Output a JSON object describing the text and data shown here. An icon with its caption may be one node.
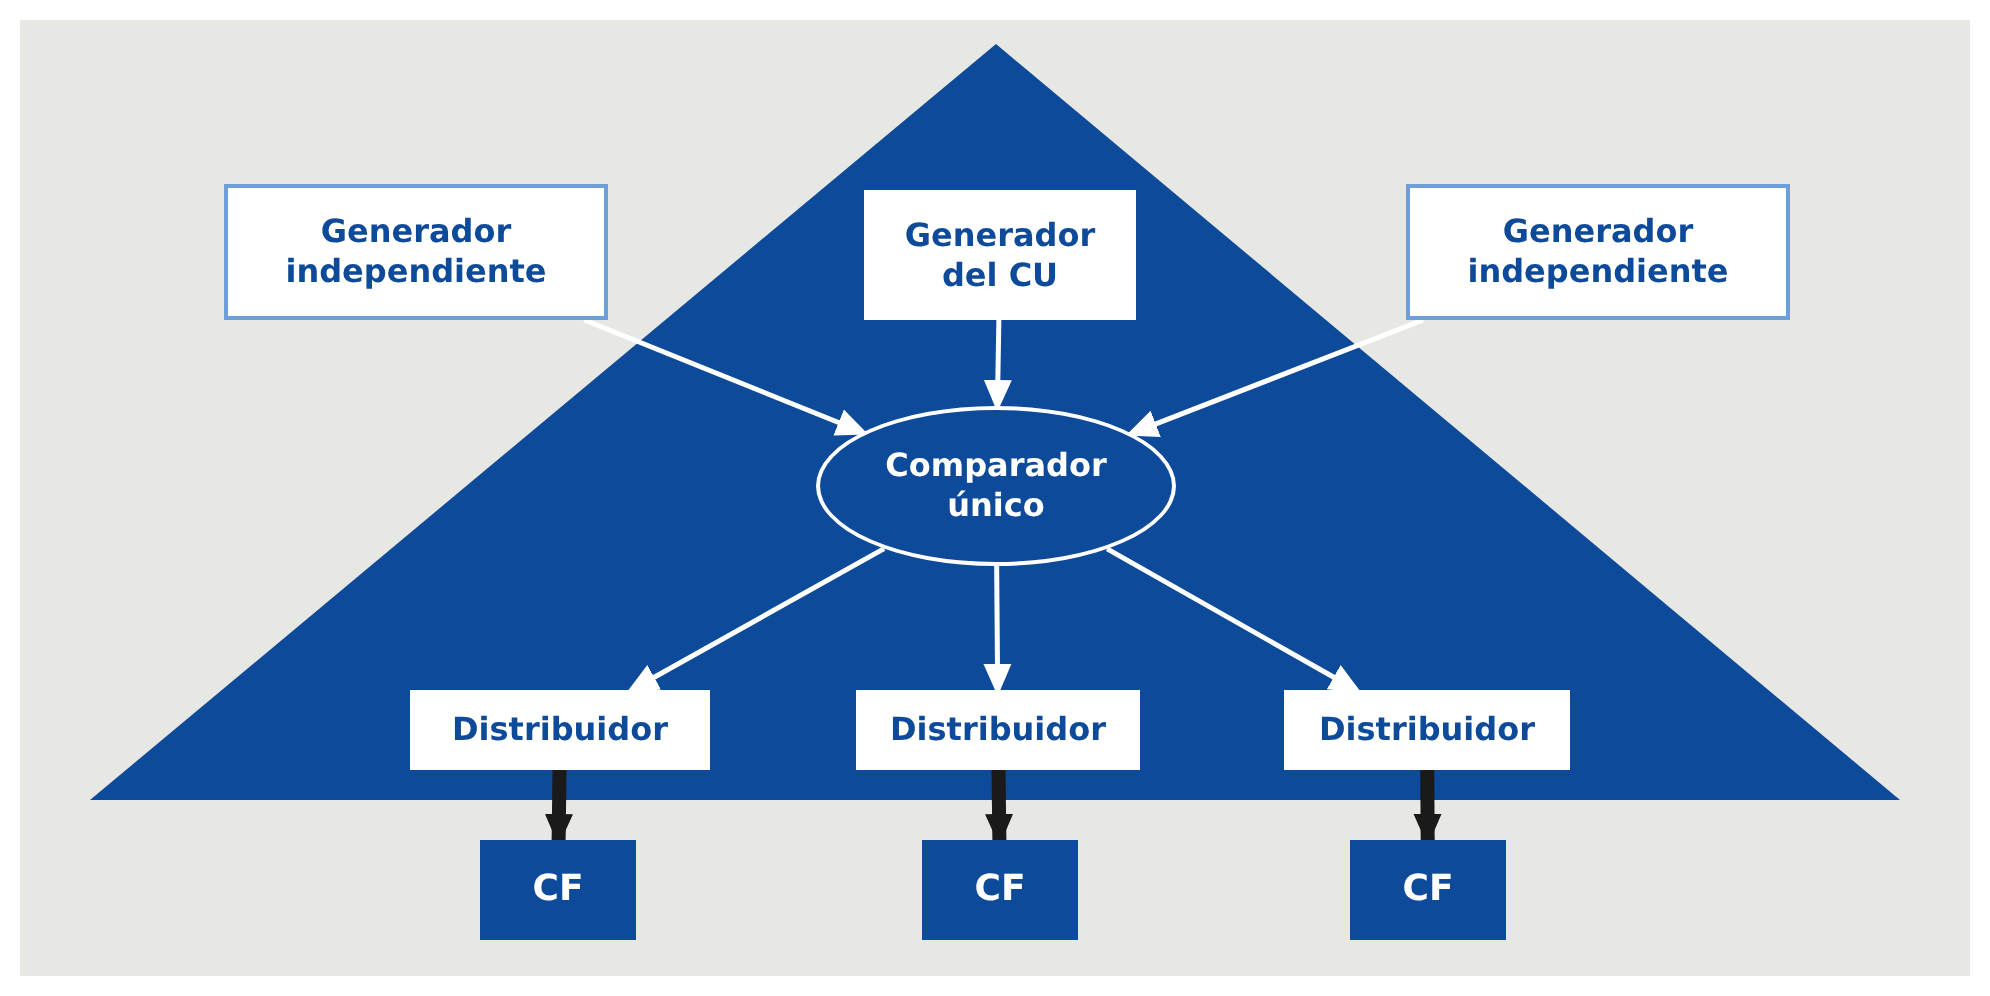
{
  "diagram": {
    "nodes": [
      {
        "text": [
          "Generador independiente"
        ]
      },
      {
        "text": [
          "Generador del CU"
        ]
      },
      {
        "text": [
          "Generador independiente"
        ]
      },
      {
        "text": [
          "Comparador único"
        ]
      },
      {
        "text": [
          "Distribuidor"
        ]
      },
      {
        "text": [
          "Distribuidor"
        ]
      },
      {
        "text": [
          "Distribuidor"
        ]
      },
      {
        "text": [
          "CF"
        ]
      },
      {
        "text": [
          "CF"
        ]
      },
      {
        "text": [
          "CF"
        ]
      }
    ],
    "edges": [
      {
        "from": 0,
        "to": 3,
        "arrow": "to"
      },
      {
        "from": 1,
        "to": 3,
        "arrow": "to"
      },
      {
        "from": 2,
        "to": 3,
        "arrow": "to"
      },
      {
        "from": 3,
        "to": 4,
        "arrow": "to"
      },
      {
        "from": 3,
        "to": 5,
        "arrow": "to"
      },
      {
        "from": 3,
        "to": 6,
        "arrow": "to"
      },
      {
        "from": 4,
        "to": 7,
        "arrow": "to",
        "style": "thick",
        "color": "#1a1a1a"
      },
      {
        "from": 5,
        "to": 8,
        "arrow": "to",
        "style": "thick",
        "color": "#1a1a1a"
      },
      {
        "from": 6,
        "to": 9,
        "arrow": "to",
        "style": "thick",
        "color": "#1a1a1a"
      }
    ]
  }
}
